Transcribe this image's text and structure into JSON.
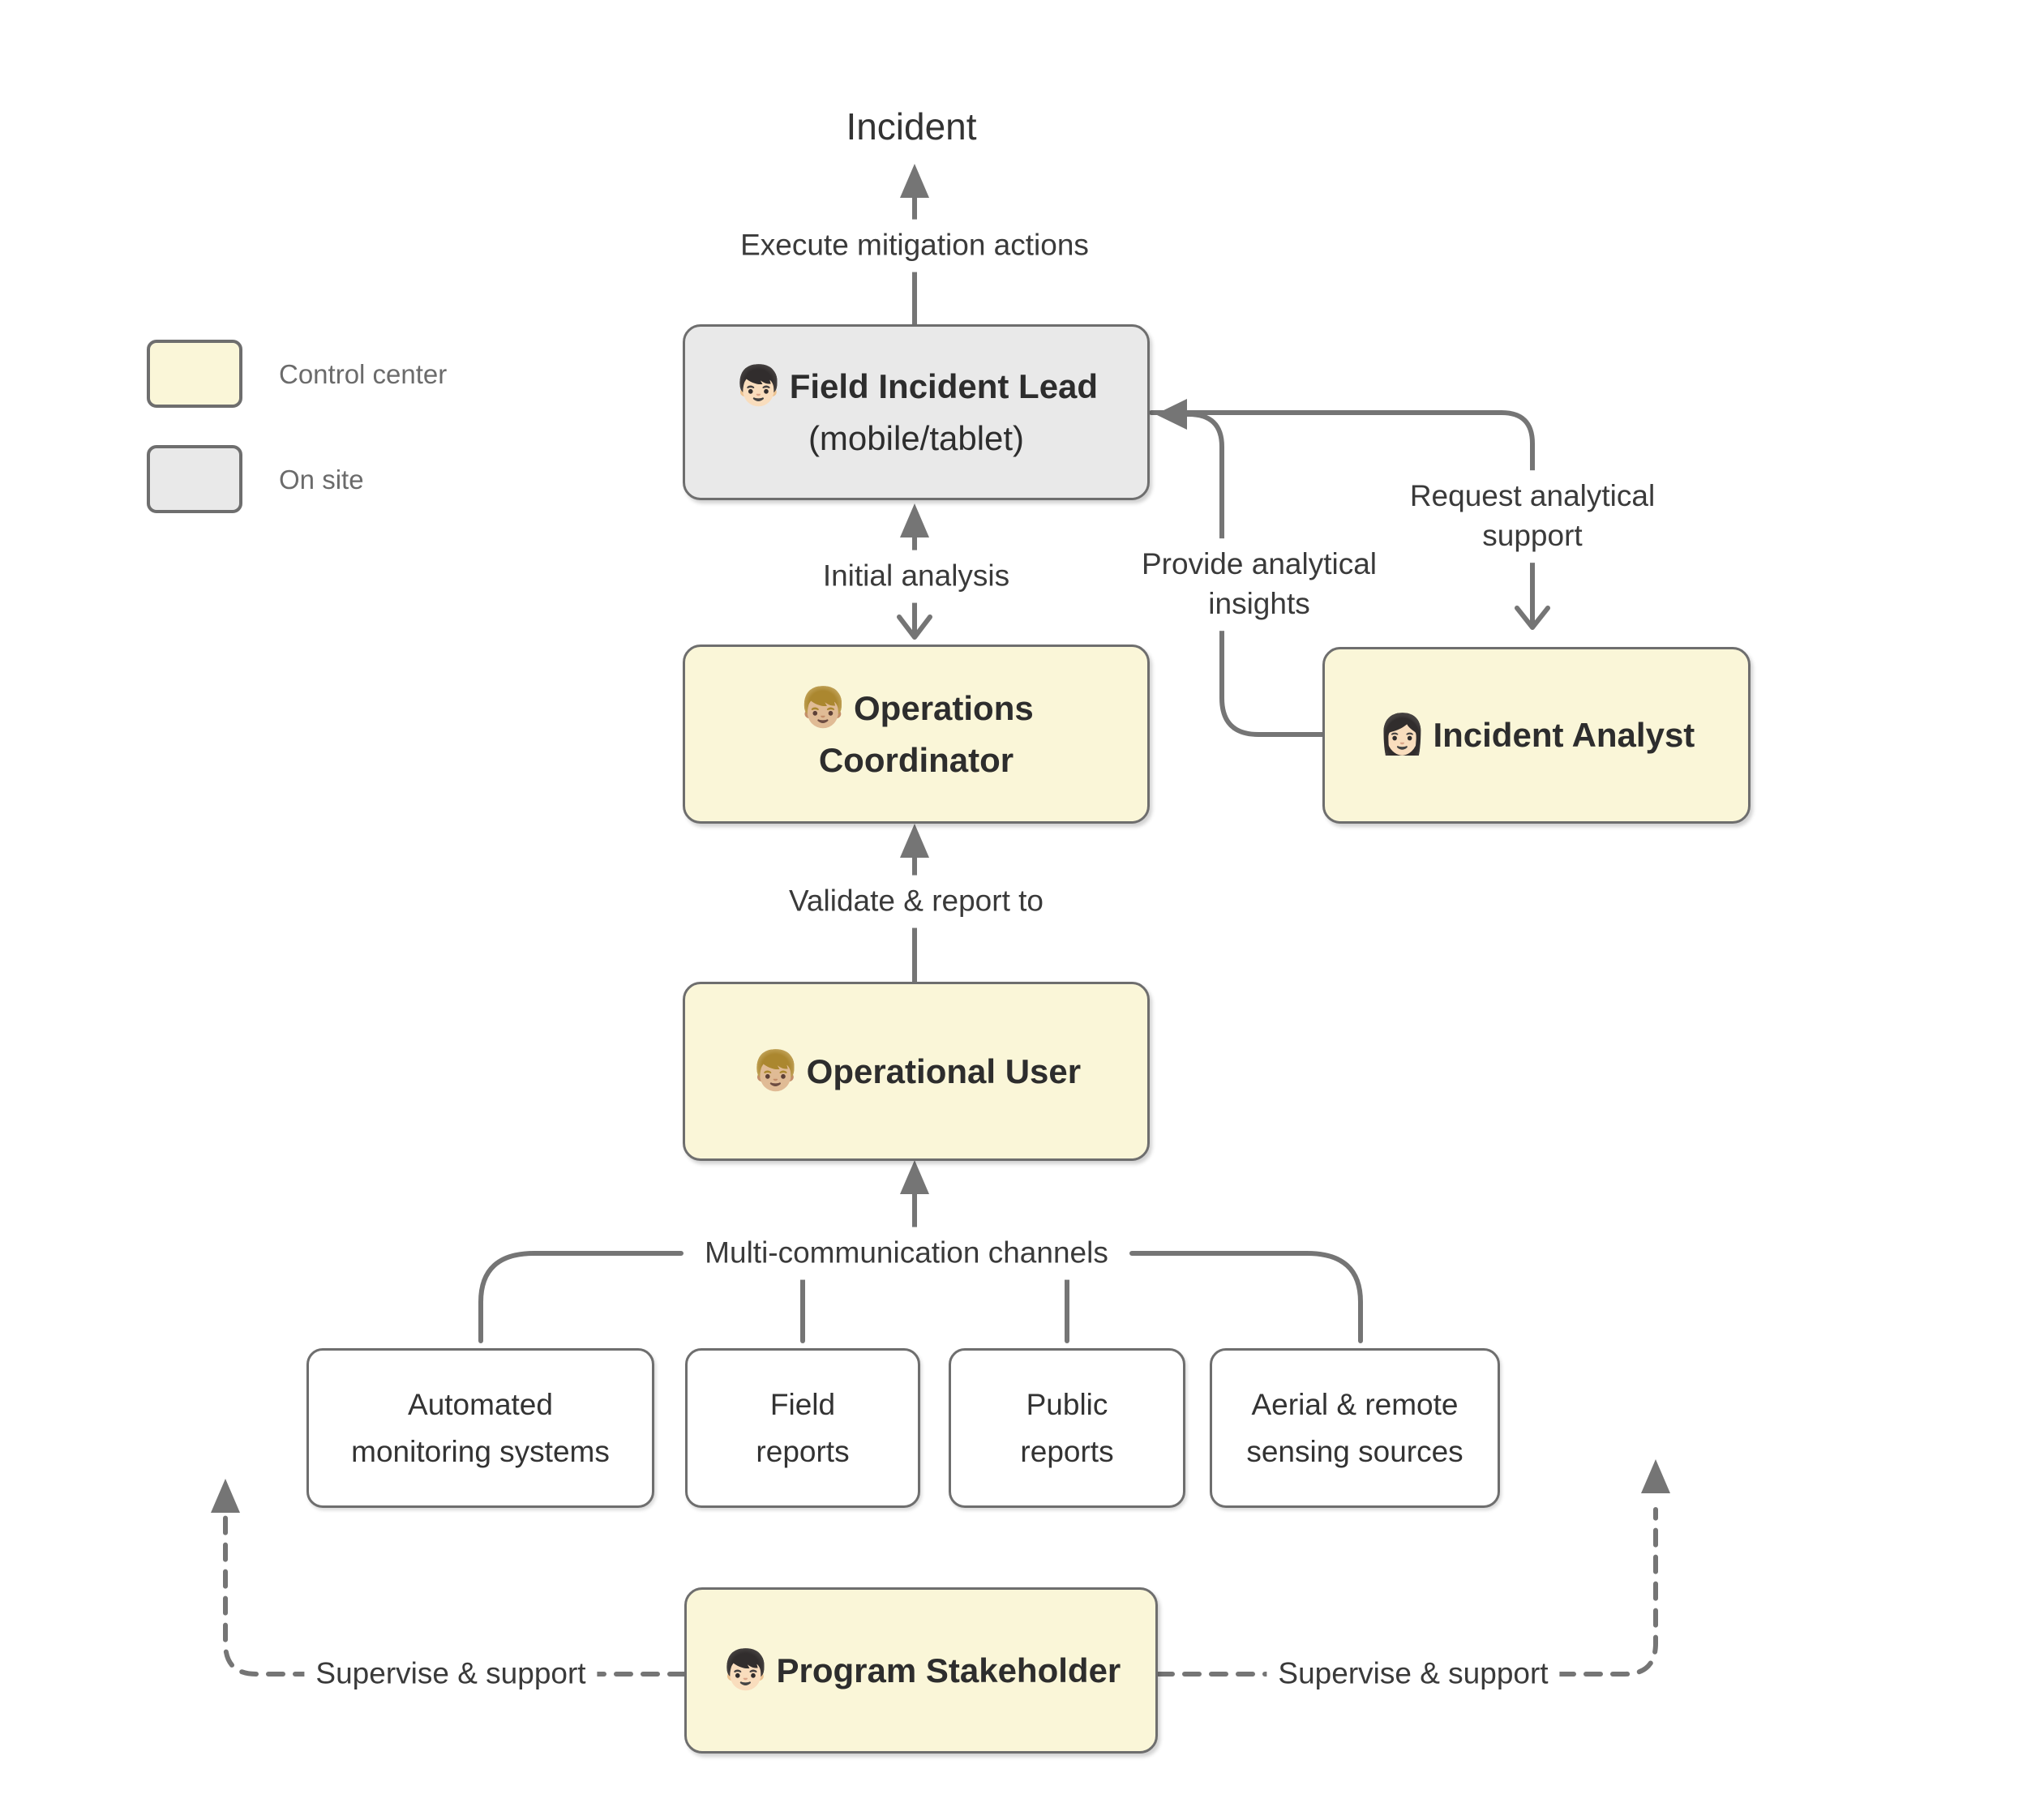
{
  "title": "Incident",
  "legend": {
    "control_center": "Control center",
    "on_site": "On site"
  },
  "nodes": {
    "field_incident_lead": {
      "emoji": "👦🏻",
      "line1": "Field Incident Lead",
      "line2": "(mobile/tablet)"
    },
    "operations_coordinator": {
      "emoji": "👦🏼",
      "line1": "Operations",
      "line2": "Coordinator"
    },
    "incident_analyst": {
      "emoji": "👩🏻",
      "label": "Incident Analyst"
    },
    "operational_user": {
      "emoji": "👦🏼",
      "label": "Operational User"
    },
    "program_stakeholder": {
      "emoji": "👦🏻",
      "label": "Program Stakeholder"
    },
    "sources": [
      {
        "line1": "Automated",
        "line2": "monitoring systems"
      },
      {
        "line1": "Field",
        "line2": "reports"
      },
      {
        "line1": "Public",
        "line2": "reports"
      },
      {
        "line1": "Aerial & remote",
        "line2": "sensing sources"
      }
    ]
  },
  "edges": {
    "execute": "Execute mitigation actions",
    "initial": "Initial analysis",
    "validate": "Validate & report to",
    "multichannel": "Multi-communication channels",
    "request": [
      "Request analytical",
      "support"
    ],
    "provide": [
      "Provide analytical",
      "insights"
    ],
    "supervise_left": "Supervise & support",
    "supervise_right": "Supervise & support"
  },
  "colors": {
    "control_center_fill": "#faf6d8",
    "on_site_fill": "#e9e9e9",
    "box_border": "#6e6e6e",
    "connector": "#757575",
    "node_text": "#2d2d2d",
    "label_text": "#3a3a3a",
    "legend_text": "#6b6b6b",
    "background": "#ffffff"
  }
}
